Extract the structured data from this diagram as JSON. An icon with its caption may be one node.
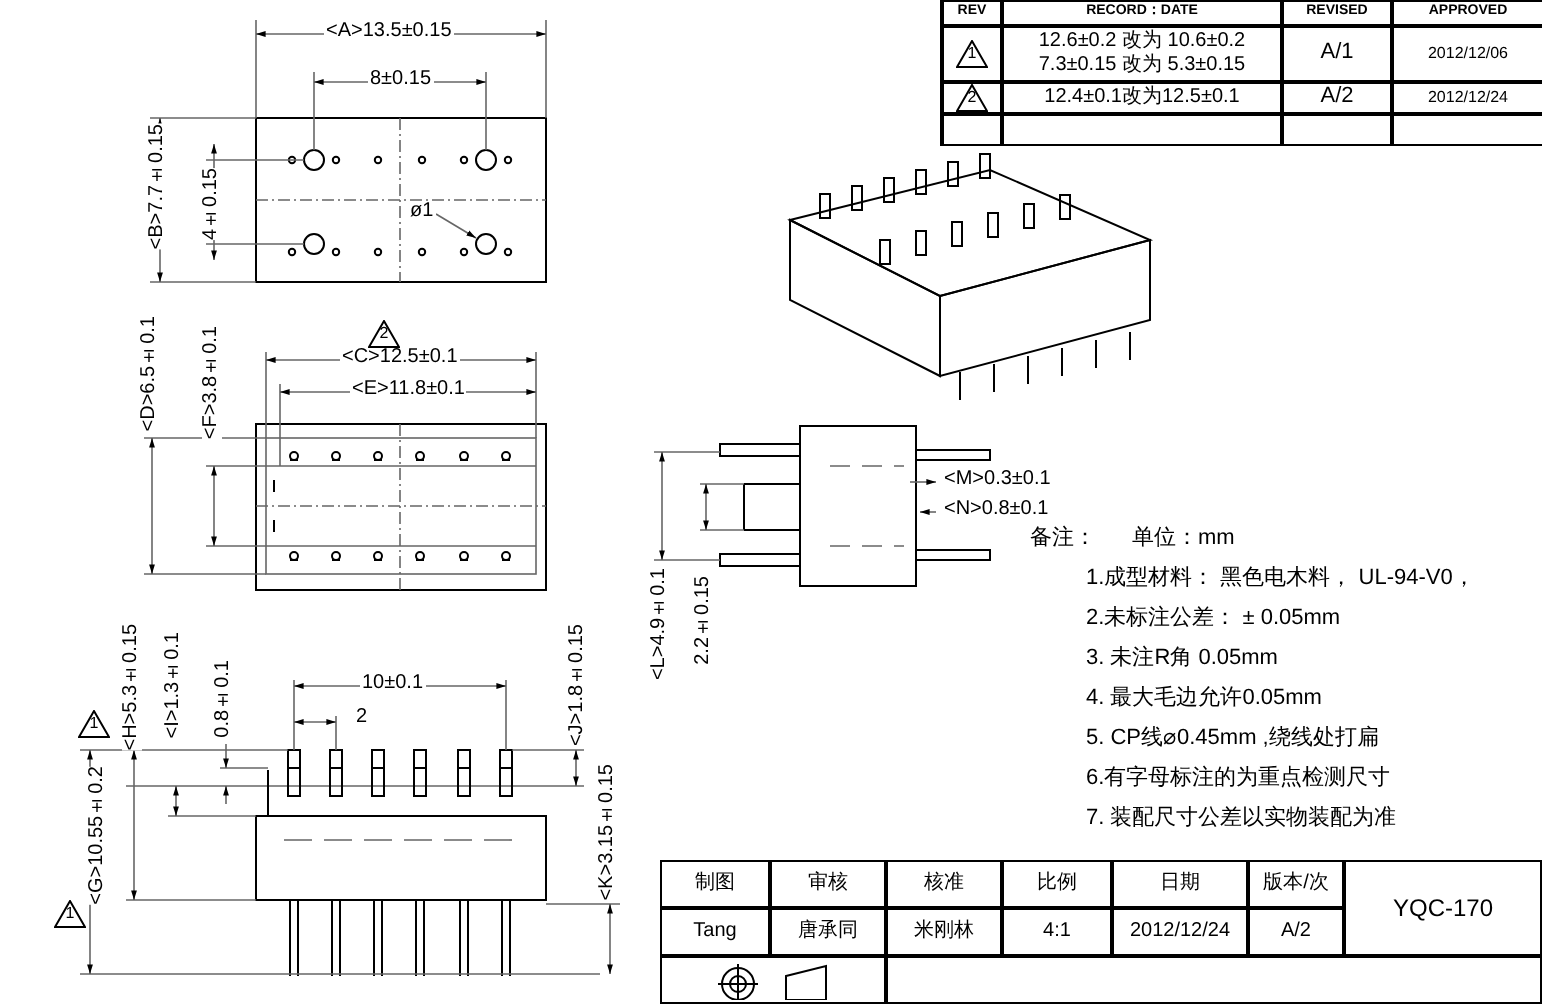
{
  "diagram": {
    "labels": [
      "<A>13.5±0.15",
      "8±0.15",
      "<B>7.7±0.15",
      "4±0.15",
      "ø1",
      "2",
      "<C>12.5±0.1",
      "<E>11.8±0.1",
      "<D>6.5±0.1",
      "<F>3.8±0.1",
      "<M>0.3±0.1",
      "<N>0.8±0.1",
      "<L>4.9±0.1",
      "2.2±0.15",
      "10±0.1",
      "2",
      "1",
      "<H>5.3±0.15",
      "<I>1.3±0.1",
      "0.8±0.1",
      "<J>1.8±0.15",
      "<G>10.55±0.2",
      "1",
      "<K>3.15±0.15",
      "REV",
      "RECORD：DATE",
      "REVISED",
      "APPROVED",
      "1",
      "12.6±0.2 改为 10.6±0.2 7.3±0.15 改为 5.3±0.15",
      "A/1",
      "2012/12/06",
      "2",
      "12.4±0.1改为12.5±0.1",
      "A/2",
      "2012/12/24",
      "备注：",
      "单位：mm",
      "1.成型材料： 黑色电木料， UL-94-V0，",
      "2.未标注公差： ± 0.05mm",
      "3. 未注R角 0.05mm",
      "4. 最大毛边允许0.05mm",
      "5. CP线⌀0.45mm ,绕线处打扁",
      "6.有字母标注的为重点检测尺寸",
      "7. 装配尺寸公差以实物装配为准",
      "制图",
      "审核",
      "核准",
      "比例",
      "日期",
      "版本/次",
      "YQC-170",
      "Tang",
      "唐承同",
      "米刚林",
      "4:1",
      "2012/12/24",
      "A/2"
    ]
  }
}
